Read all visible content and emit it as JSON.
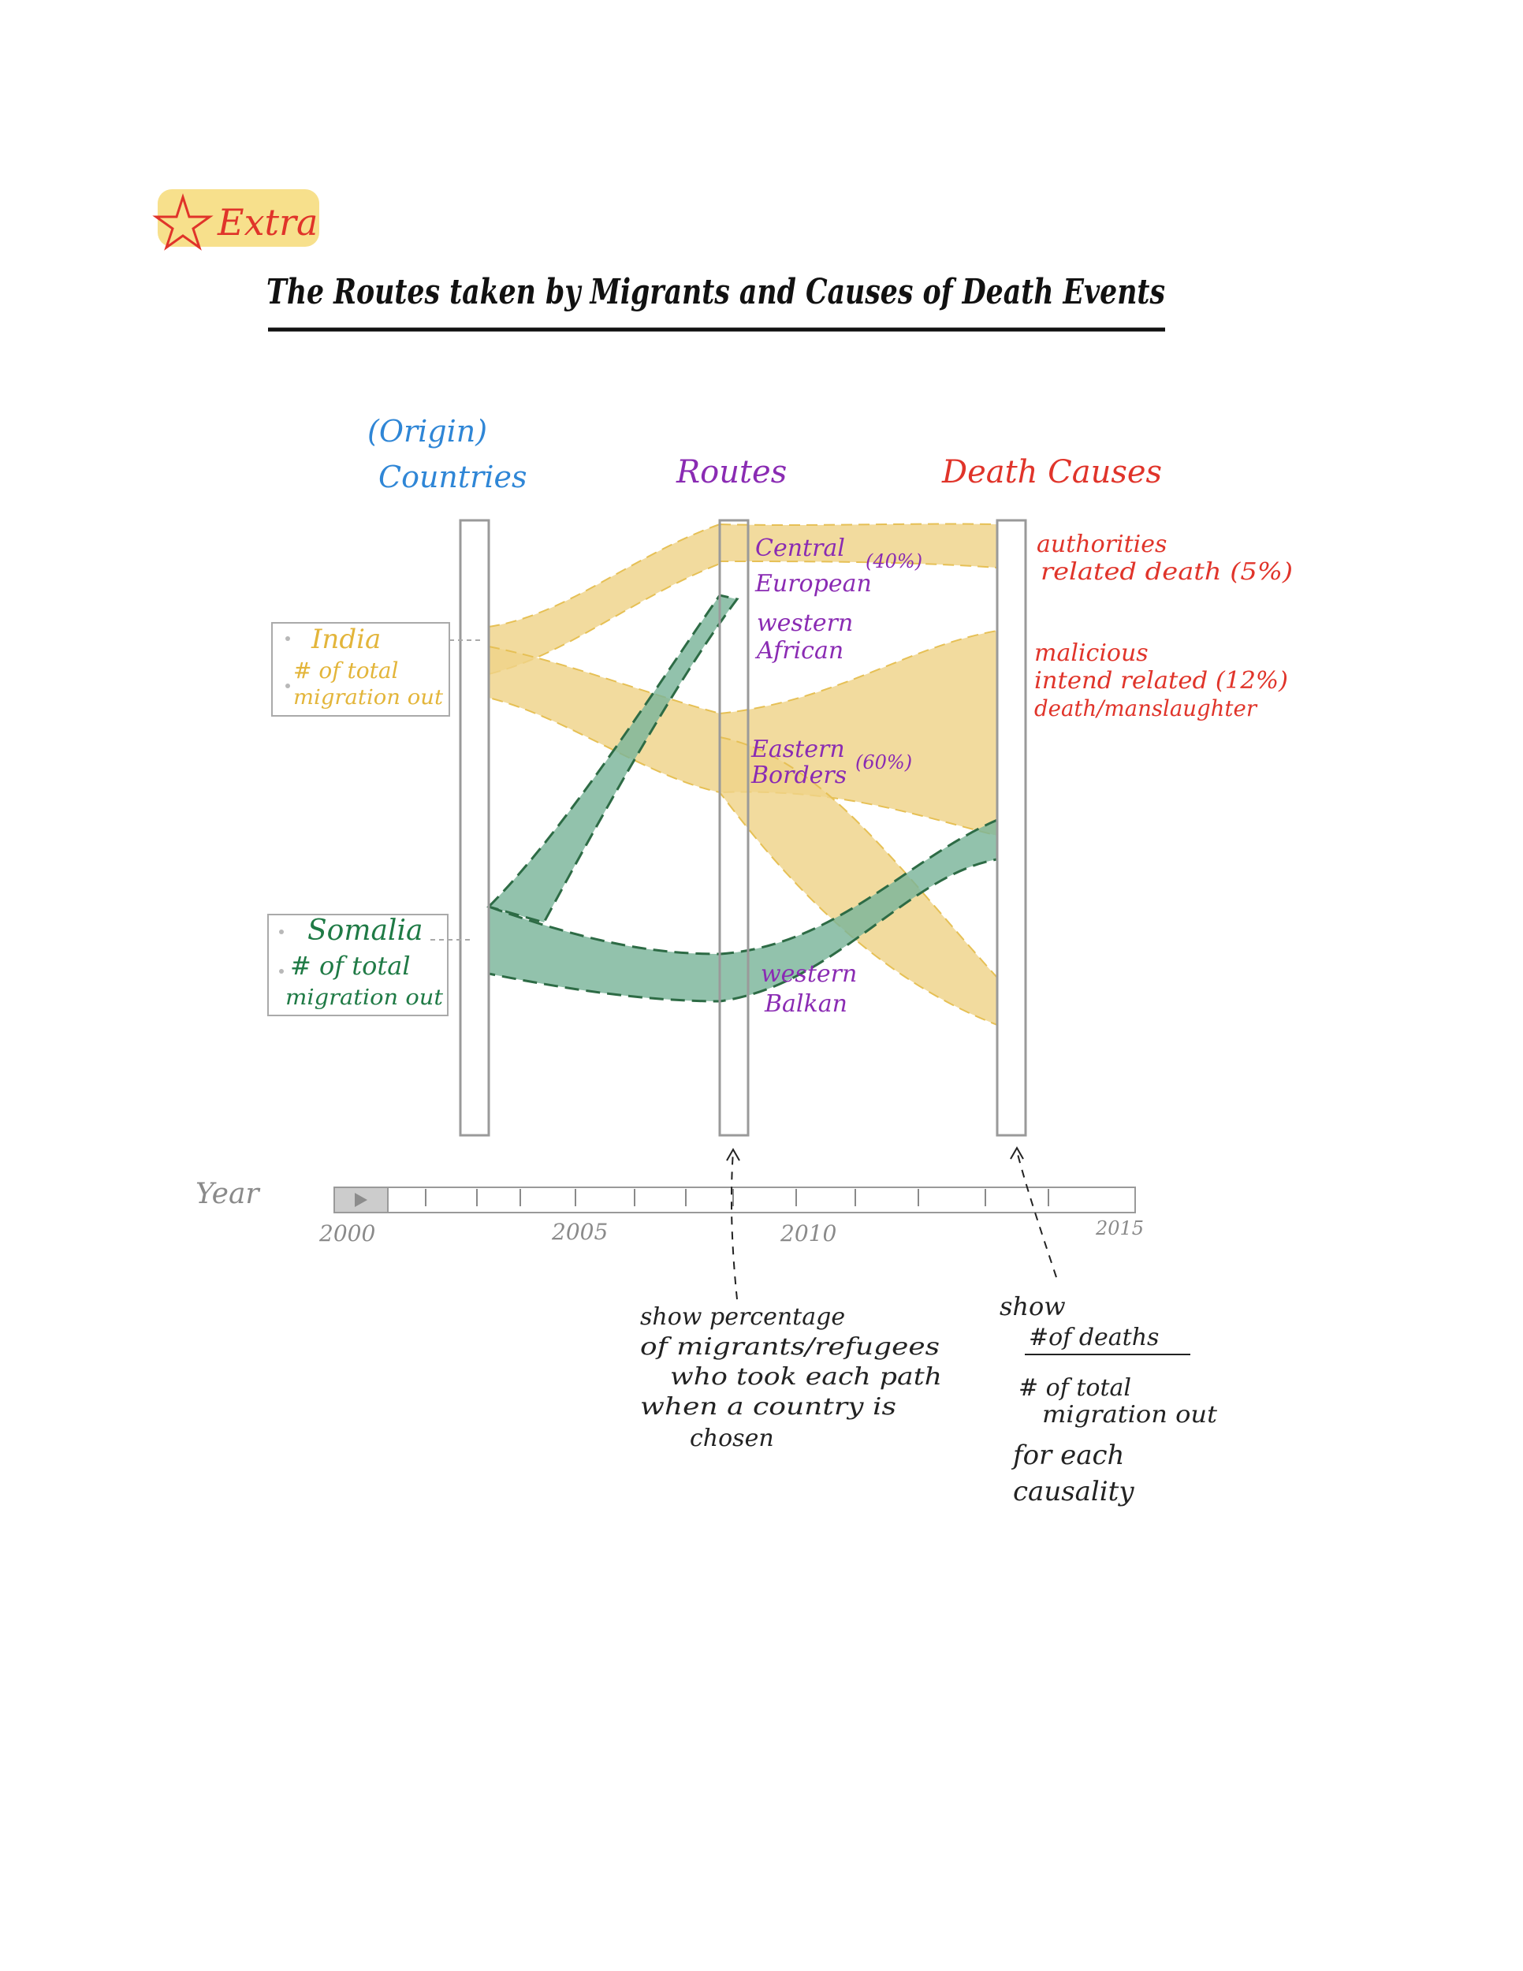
{
  "badge": {
    "text": "Extra",
    "icon": "star-icon"
  },
  "title": "The Routes taken by Migrants and Causes of Death Events",
  "columns": {
    "origin_prefix": "(Origin)",
    "origin": "Countries",
    "routes": "Routes",
    "deaths": "Death Causes"
  },
  "countries": [
    {
      "name": "India",
      "detail_line1": "# of total",
      "detail_line2": "migration out",
      "color": "#efd389"
    },
    {
      "name": "Somalia",
      "detail_line1": "# of total",
      "detail_line2": "migration out",
      "color": "#7ab59a"
    }
  ],
  "routes": {
    "central_line1": "Central",
    "central_line2": "European",
    "central_pct": "(40%)",
    "western_african_line1": "western",
    "western_african_line2": "African",
    "eastern_line1": "Eastern",
    "eastern_line2": "Borders",
    "eastern_pct": "(60%)",
    "western_balkan_line1": "western",
    "western_balkan_line2": "Balkan"
  },
  "death_causes": {
    "authorities_line1": "authorities",
    "authorities_line2": "related death (5%)",
    "malicious_line1": "malicious",
    "malicious_line2": "intend related (12%)",
    "malicious_line3": "death/manslaughter"
  },
  "timeline": {
    "label": "Year",
    "ticks": [
      "2000",
      "2005",
      "2010",
      "2015"
    ],
    "play_icon": "play-icon"
  },
  "notes": {
    "routes_note": [
      "show percentage",
      "of migrants/refugees",
      "who took each path",
      "when a country is",
      "chosen"
    ],
    "deaths_note_line1": "show",
    "deaths_note_line2": "#of deaths",
    "deaths_note_rest": [
      "# of total",
      "migration out",
      "for each",
      "causality"
    ]
  },
  "colors": {
    "origin": "#2f86d6",
    "routes": "#8a2bb3",
    "deaths": "#e0342a",
    "india": "#efd389",
    "somalia": "#7ab59a",
    "badge_bg": "#f7e08c",
    "badge_text": "#e0342a"
  }
}
